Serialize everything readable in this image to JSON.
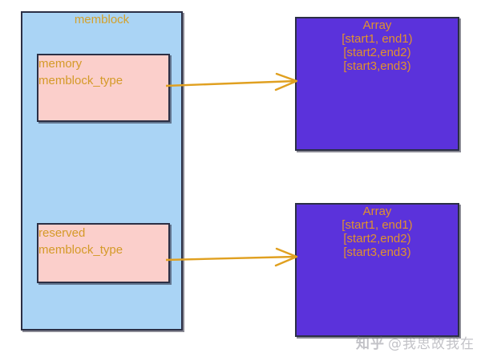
{
  "diagram": {
    "title": "memblock structure diagram",
    "colors": {
      "container_fill": "#aad4f5",
      "type_fill": "#fbcfcb",
      "array_fill": "#5b32db",
      "text_orange": "#d49a28",
      "array_text": "#e0912f",
      "border": "#2b2f45",
      "arrow": "#e0a020"
    },
    "container": {
      "title": "memblock"
    },
    "type_boxes": [
      {
        "name": "memory-memblock-type",
        "line1": "memory",
        "line2": "memblock_type"
      },
      {
        "name": "reserved-memblock-type",
        "line1": "reserved",
        "line2": "memblock_type"
      }
    ],
    "array_boxes": [
      {
        "name": "memory-array",
        "title": "Array",
        "rows": [
          "[start1, end1)",
          "[start2,end2)",
          "[start3,end3)"
        ]
      },
      {
        "name": "reserved-array",
        "title": "Array",
        "rows": [
          "[start1, end1)",
          "[start2,end2)",
          "[start3,end3)"
        ]
      }
    ],
    "arrows": [
      {
        "name": "memory-to-array-arrow",
        "label": ""
      },
      {
        "name": "reserved-to-array-arrow",
        "label": ""
      }
    ],
    "watermark": {
      "logo": "知乎",
      "handle": "@我思故我在"
    }
  }
}
